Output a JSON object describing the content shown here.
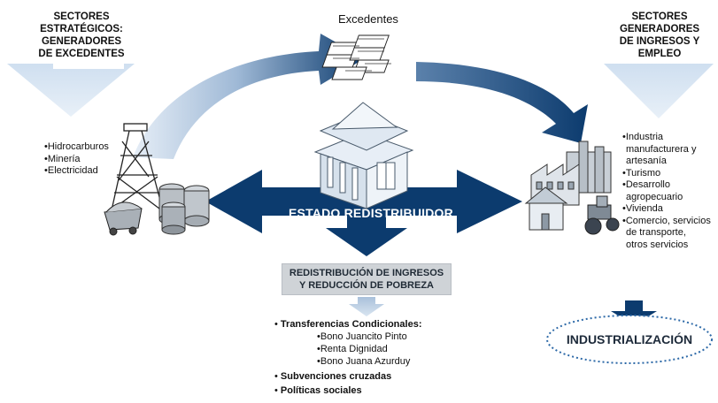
{
  "headers": {
    "left": [
      "SECTORES",
      "ESTRATÉGICOS:",
      "GENERADORES",
      "DE EXCEDENTES"
    ],
    "right": [
      "SECTORES",
      "GENERADORES",
      "DE INGRESOS Y",
      "EMPLEO"
    ]
  },
  "excedentes_label": "Excedentes",
  "left_list": [
    "•Hidrocarburos",
    "•Minería",
    "•Electricidad"
  ],
  "right_list": [
    "•Industria",
    "manufacturera y",
    "artesanía",
    "•Turismo",
    "•Desarrollo",
    "agropecuario",
    "•Vivienda",
    "•Comercio, servicios",
    "de transporte,",
    "otros servicios"
  ],
  "center_label": "ESTADO REDISTRIBUIDOR",
  "redistribution_box": [
    "REDISTRIBUCIÓN DE INGRESOS",
    "Y REDUCCIÓN DE POBREZA"
  ],
  "bottom_list": {
    "item1": "Transferencias Condicionales:",
    "subitems": [
      "•Bono Juancito Pinto",
      "•Renta Dignidad",
      "•Bono Juana Azurduy"
    ],
    "item2": "Subvenciones cruzadas",
    "item3": "Políticas sociales"
  },
  "industrializacion": "INDUSTRIALIZACIÓN",
  "colors": {
    "dark_blue": "#0c3b6e",
    "light_blue": "#b7cde3",
    "box_gray": "#cfd3d7"
  }
}
